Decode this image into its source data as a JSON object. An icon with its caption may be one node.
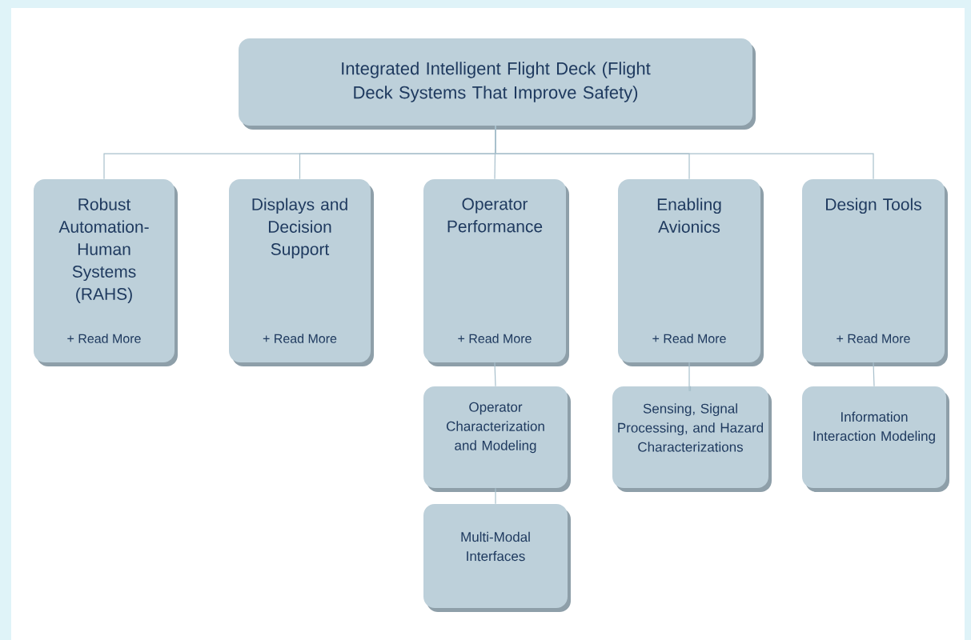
{
  "diagram": {
    "nodes": [
      {
        "text": [
          "Integrated Intelligent Flight Deck (Flight Deck Systems That Improve Safety)"
        ]
      },
      {
        "text": [
          "Robust Automation-Human Systems (RAHS)",
          "+ Read More"
        ]
      },
      {
        "text": [
          "Displays and Decision Support",
          "+ Read More"
        ]
      },
      {
        "text": [
          "Operator Performance",
          "+ Read More"
        ]
      },
      {
        "text": [
          "Enabling Avionics",
          "+ Read More"
        ]
      },
      {
        "text": [
          "Design Tools",
          "+ Read More"
        ]
      },
      {
        "text": [
          "Operator Characterization and Modeling"
        ]
      },
      {
        "text": [
          "Multi-Modal Interfaces"
        ]
      },
      {
        "text": [
          "Sensing, Signal Processing, and Hazard Characterizations"
        ]
      },
      {
        "text": [
          "Information Interaction Modeling"
        ]
      }
    ],
    "edges": [
      {
        "from": 0,
        "to": 1,
        "arrow": "none"
      },
      {
        "from": 0,
        "to": 2,
        "arrow": "none"
      },
      {
        "from": 0,
        "to": 3,
        "arrow": "none"
      },
      {
        "from": 0,
        "to": 4,
        "arrow": "none"
      },
      {
        "from": 0,
        "to": 5,
        "arrow": "none"
      },
      {
        "from": 3,
        "to": 6,
        "arrow": "none"
      },
      {
        "from": 6,
        "to": 7,
        "arrow": "none"
      },
      {
        "from": 4,
        "to": 8,
        "arrow": "none"
      },
      {
        "from": 5,
        "to": 9,
        "arrow": "none"
      }
    ]
  }
}
